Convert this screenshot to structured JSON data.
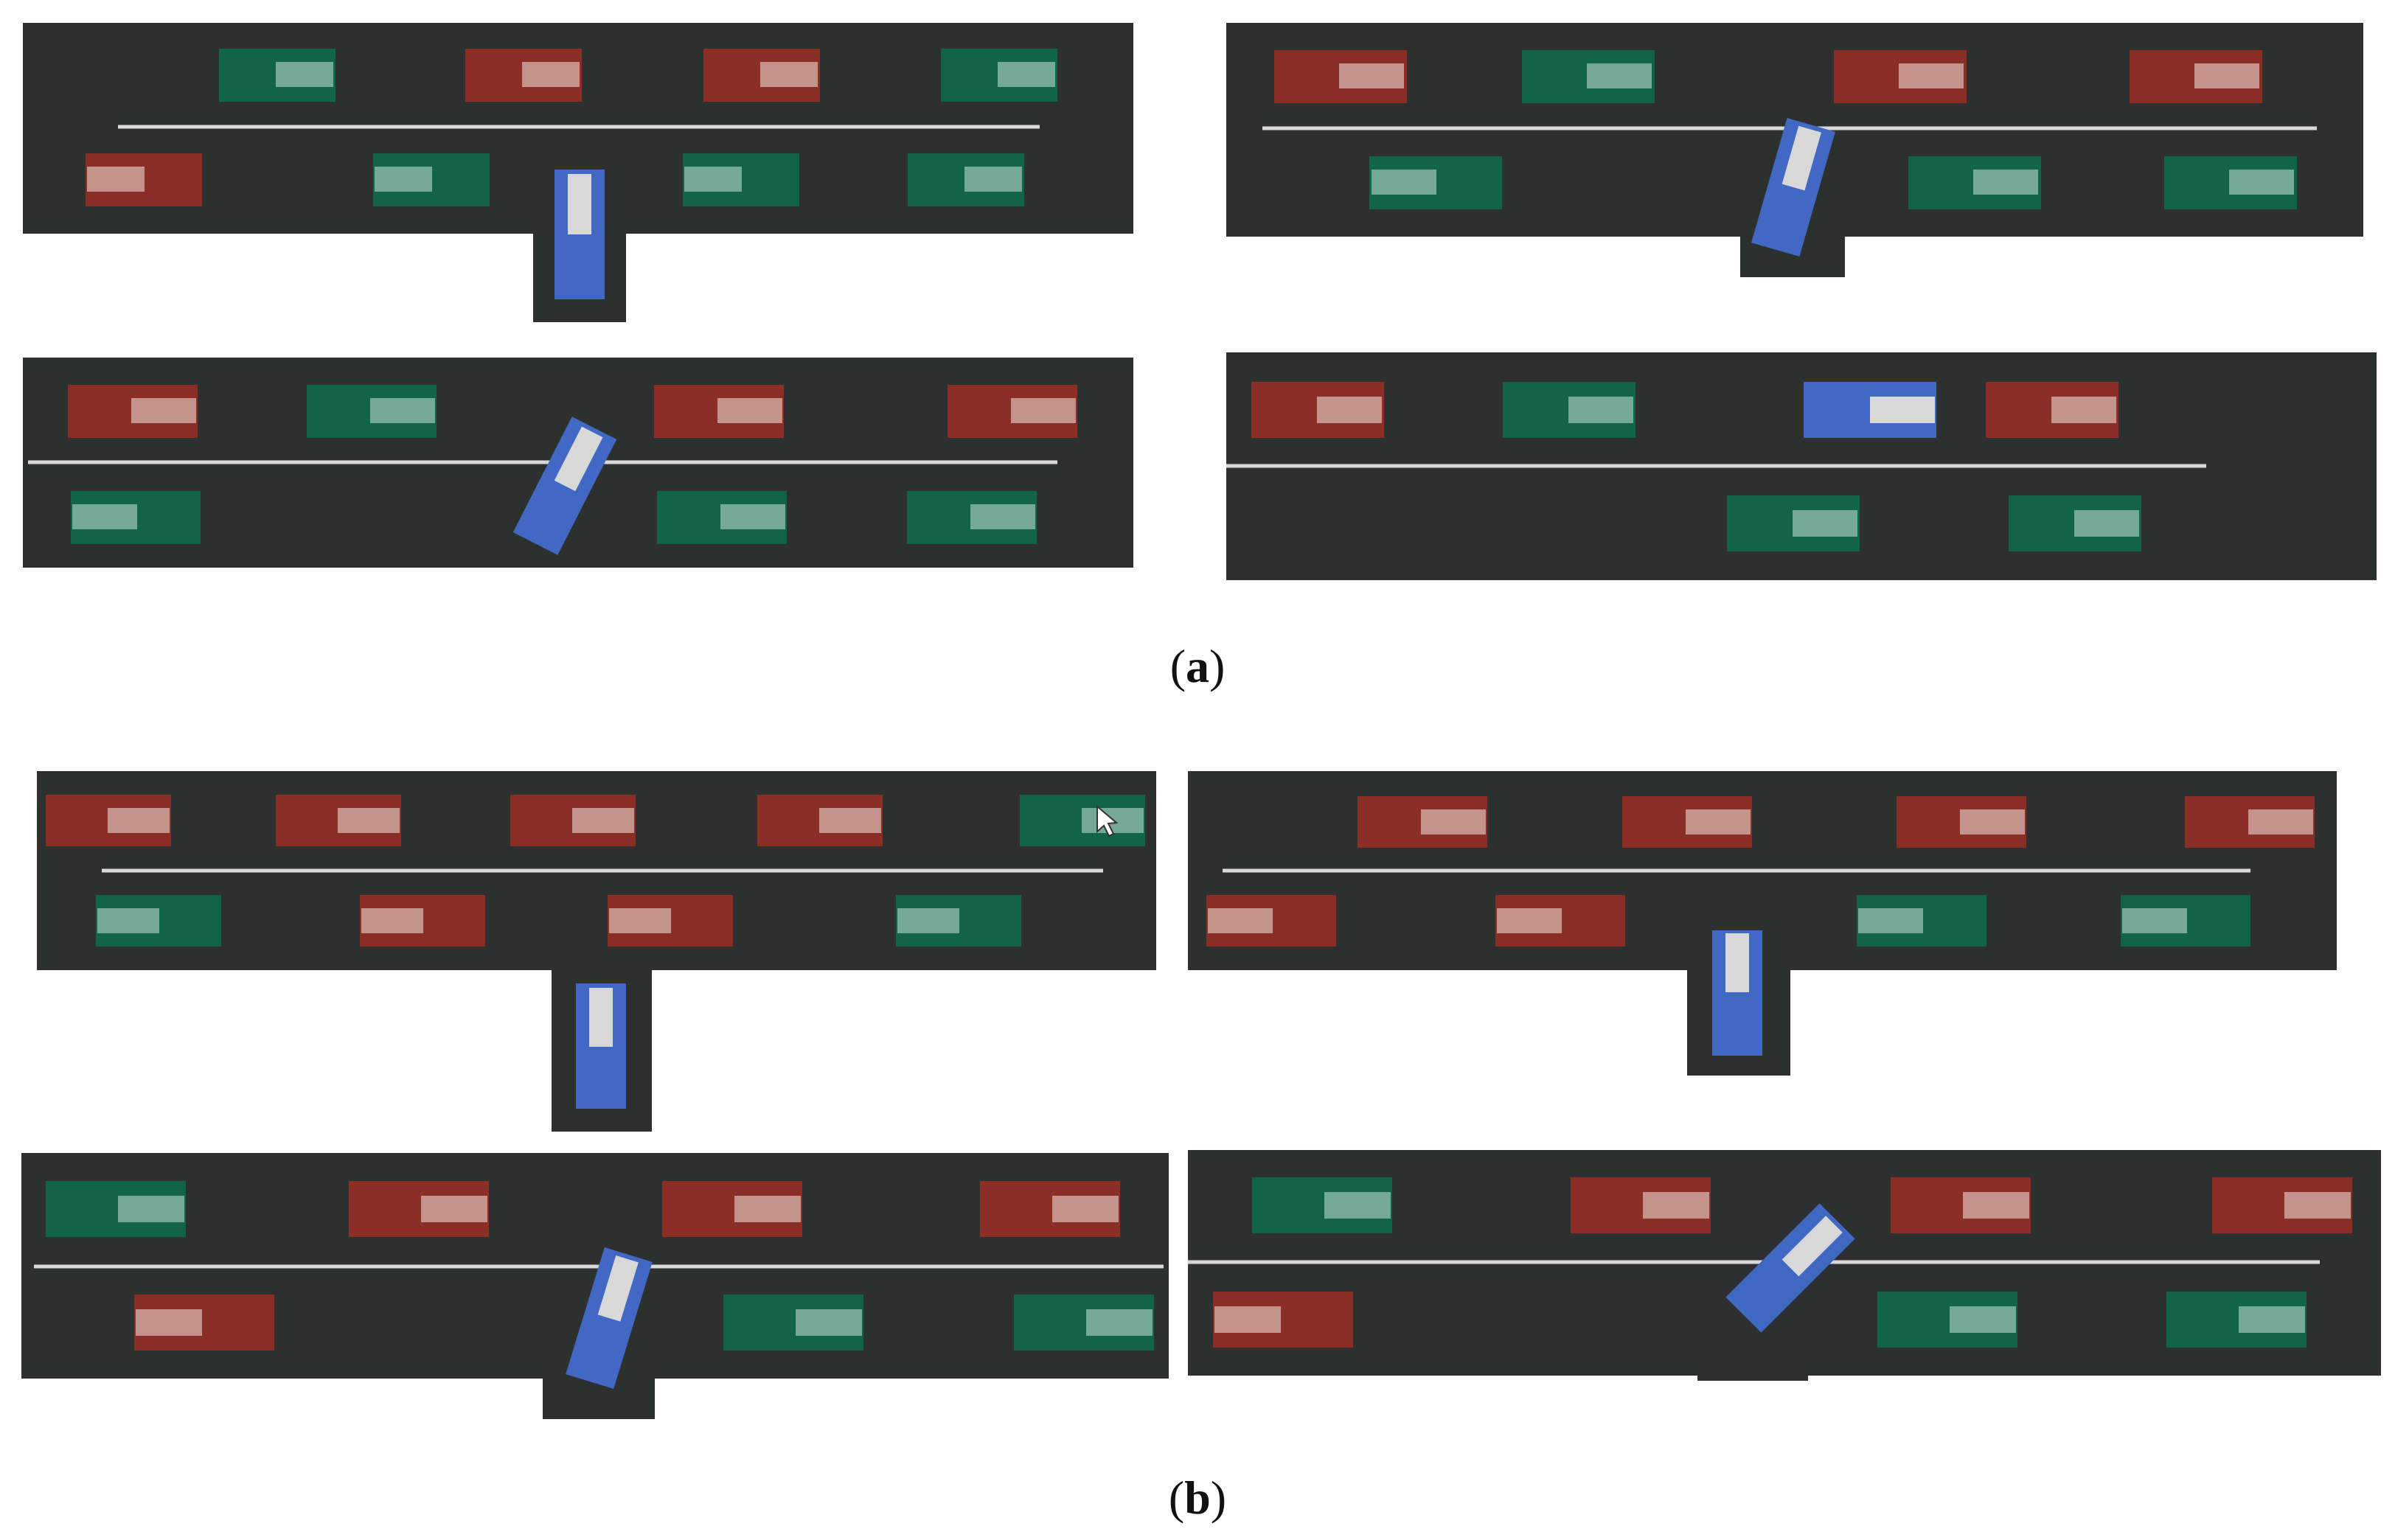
{
  "figure": {
    "colors": {
      "road": "#2e2f2f",
      "lane_line": "#d9d9d9",
      "car_red": "#8b2f26",
      "car_red_window": "#c4948c",
      "car_green": "#116447",
      "car_green_window": "#74a897",
      "ego_blue": "#4169c3",
      "ego_window": "#d8d8d8"
    },
    "labels": {
      "a": {
        "open": "(",
        "letter": "a",
        "close": ")"
      },
      "b": {
        "open": "(",
        "letter": "b",
        "close": ")"
      }
    },
    "car_classes": {
      "red": "obstacle-car-red",
      "green": "obstacle-car-green",
      "ego": "ego-vehicle-blue"
    }
  }
}
